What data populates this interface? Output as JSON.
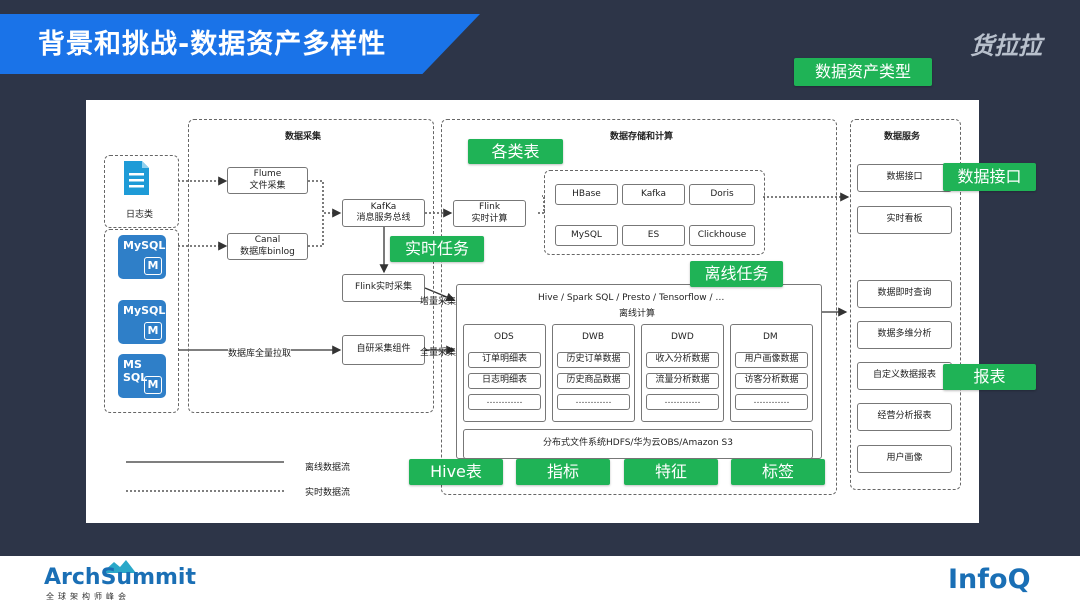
{
  "title": "背景和挑战-数据资产多样性",
  "brand": "货拉拉",
  "tags": {
    "asset_types": "数据资产类型",
    "tables": "各类表",
    "data_api": "数据接口",
    "realtime_task": "实时任务",
    "offline_task": "离线任务",
    "report": "报表",
    "hive_table": "Hive表",
    "metric": "指标",
    "feature": "特征",
    "label": "标签"
  },
  "sections": {
    "collection": "数据采集",
    "storage": "数据存储和计算",
    "service": "数据服务"
  },
  "sources": {
    "log_label": "日志类",
    "mysql1": "MySQL",
    "mysql2": "MySQL",
    "mssql": "MS SQL",
    "db_letter": "M"
  },
  "collect": {
    "flume": "Flume",
    "flume_sub": "文件采集",
    "canal": "Canal",
    "canal_sub": "数据库binlog",
    "kafka": "KafKa",
    "kafka_sub": "消息服务总线",
    "flink_rt": "Flink实时采集",
    "self": "自研采集组件",
    "db_pull": "数据库全量拉取"
  },
  "flows": {
    "incremental": "增量采集",
    "full": "全量采集"
  },
  "flink_compute": {
    "name": "Flink",
    "sub": "实时计算"
  },
  "storage": {
    "row1": [
      "HBase",
      "Kafka",
      "Doris"
    ],
    "row2": [
      "MySQL",
      "ES",
      "Clickhouse"
    ],
    "offline_engines": "Hive  /  Spark SQL  /  Presto  /  Tensorflow  /  …",
    "offline_label": "离线计算",
    "layers": [
      {
        "name": "ODS",
        "items": [
          "订单明细表",
          "日志明细表",
          "…………"
        ]
      },
      {
        "name": "DWB",
        "items": [
          "历史订单数据",
          "历史商品数据",
          "…………"
        ]
      },
      {
        "name": "DWD",
        "items": [
          "收入分析数据",
          "流量分析数据",
          "…………"
        ]
      },
      {
        "name": "DM",
        "items": [
          "用户画像数据",
          "访客分析数据",
          "…………"
        ]
      }
    ],
    "fs": "分布式文件系统HDFS/华为云OBS/Amazon S3"
  },
  "services": [
    "数据接口",
    "实时看板",
    "数据即时查询",
    "数据多维分析",
    "自定义数据报表",
    "经营分析报表",
    "用户画像"
  ],
  "legend": {
    "offline": "离线数据流",
    "realtime": "实时数据流"
  },
  "footer": {
    "arch": "ArchSummit",
    "arch_sub": "全球架构师峰会",
    "infoq": "InfoQ"
  }
}
